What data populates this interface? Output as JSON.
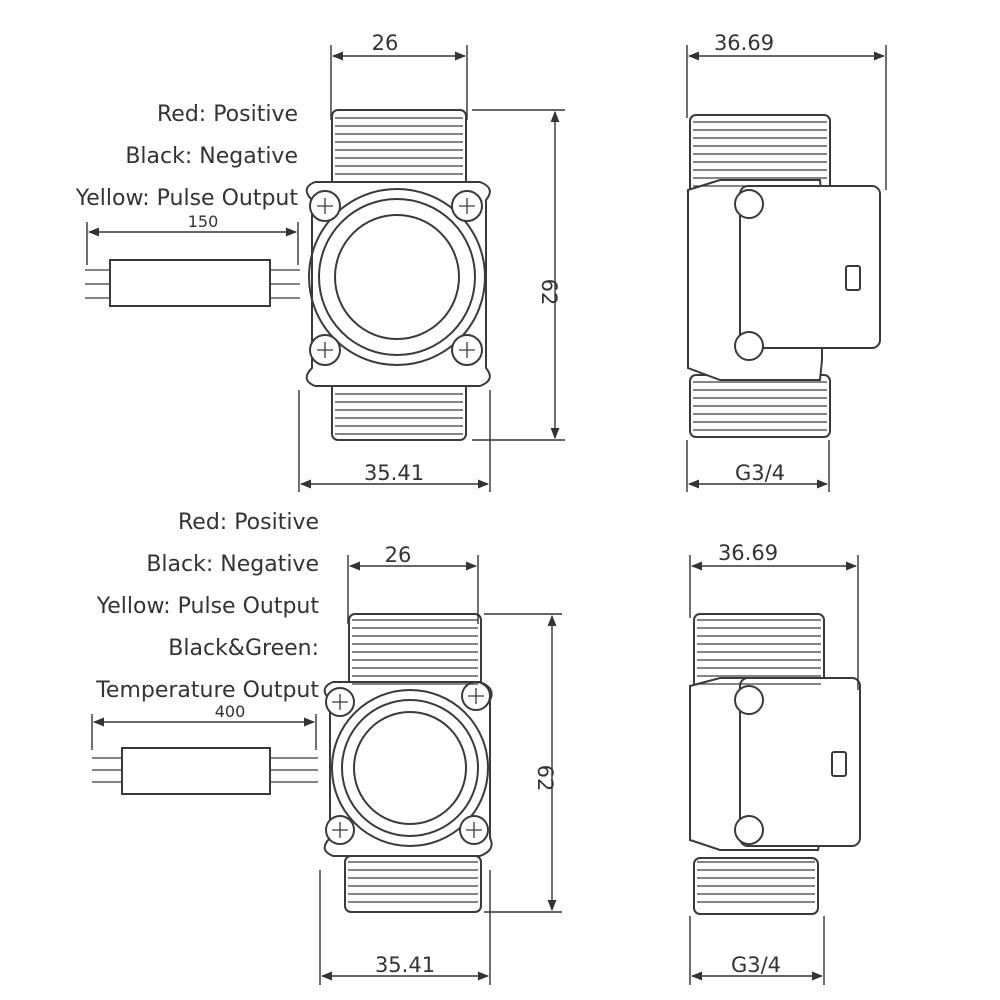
{
  "top": {
    "wire_labels": [
      "Red: Positive",
      "Black: Negative",
      "Yellow: Pulse Output"
    ],
    "front_view": {
      "dim_width_top": "26",
      "dim_height": "62",
      "dim_width_bottom": "35.41",
      "cable_length": "150"
    },
    "side_view": {
      "dim_width_top": "36.69",
      "thread": "G3/4"
    }
  },
  "bottom": {
    "wire_labels": [
      "Red: Positive",
      "Black: Negative",
      "Yellow: Pulse Output",
      "Black&Green:",
      "Temperature Output"
    ],
    "front_view": {
      "dim_width_top": "26",
      "dim_height": "62",
      "dim_width_bottom": "35.41",
      "cable_length": "400"
    },
    "side_view": {
      "dim_width_top": "36.69",
      "thread": "G3/4"
    }
  }
}
